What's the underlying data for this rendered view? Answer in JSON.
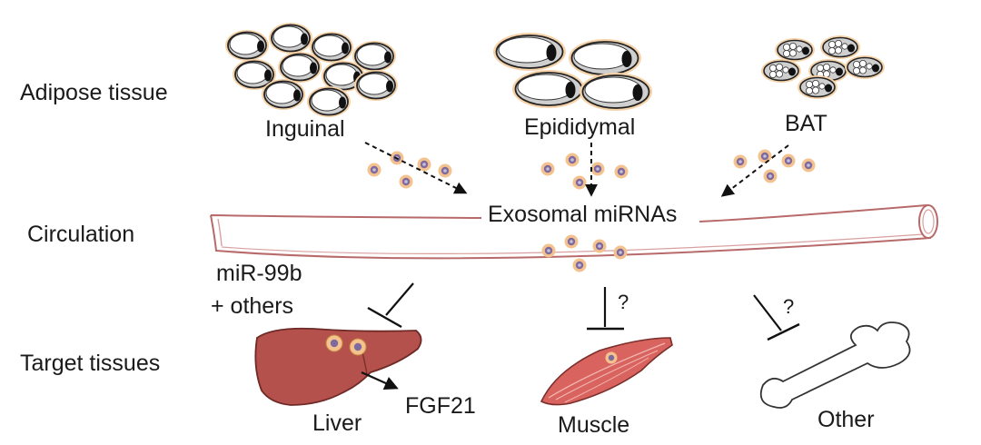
{
  "rows": {
    "adipose": "Adipose tissue",
    "circulation": "Circulation",
    "targets": "Target tissues"
  },
  "sources": {
    "inguinal": "Inguinal",
    "epididymal": "Epididymal",
    "bat": "BAT"
  },
  "exosomal_label": "Exosomal miRNAs",
  "mirna_label": {
    "line1": "miR-99b",
    "line2": "+ others"
  },
  "targets": {
    "liver": "Liver",
    "fgf21": "FGF21",
    "muscle": "Muscle",
    "other": "Other"
  },
  "unknown_mark": "?",
  "colors": {
    "exosome_halo": "#f4c28e",
    "exosome_core": "#7e6a9c",
    "liver": "#b5514c",
    "muscle": "#d9645f",
    "vessel_stroke": "#b86a6a",
    "fat_halo": "#f6d2a8"
  }
}
